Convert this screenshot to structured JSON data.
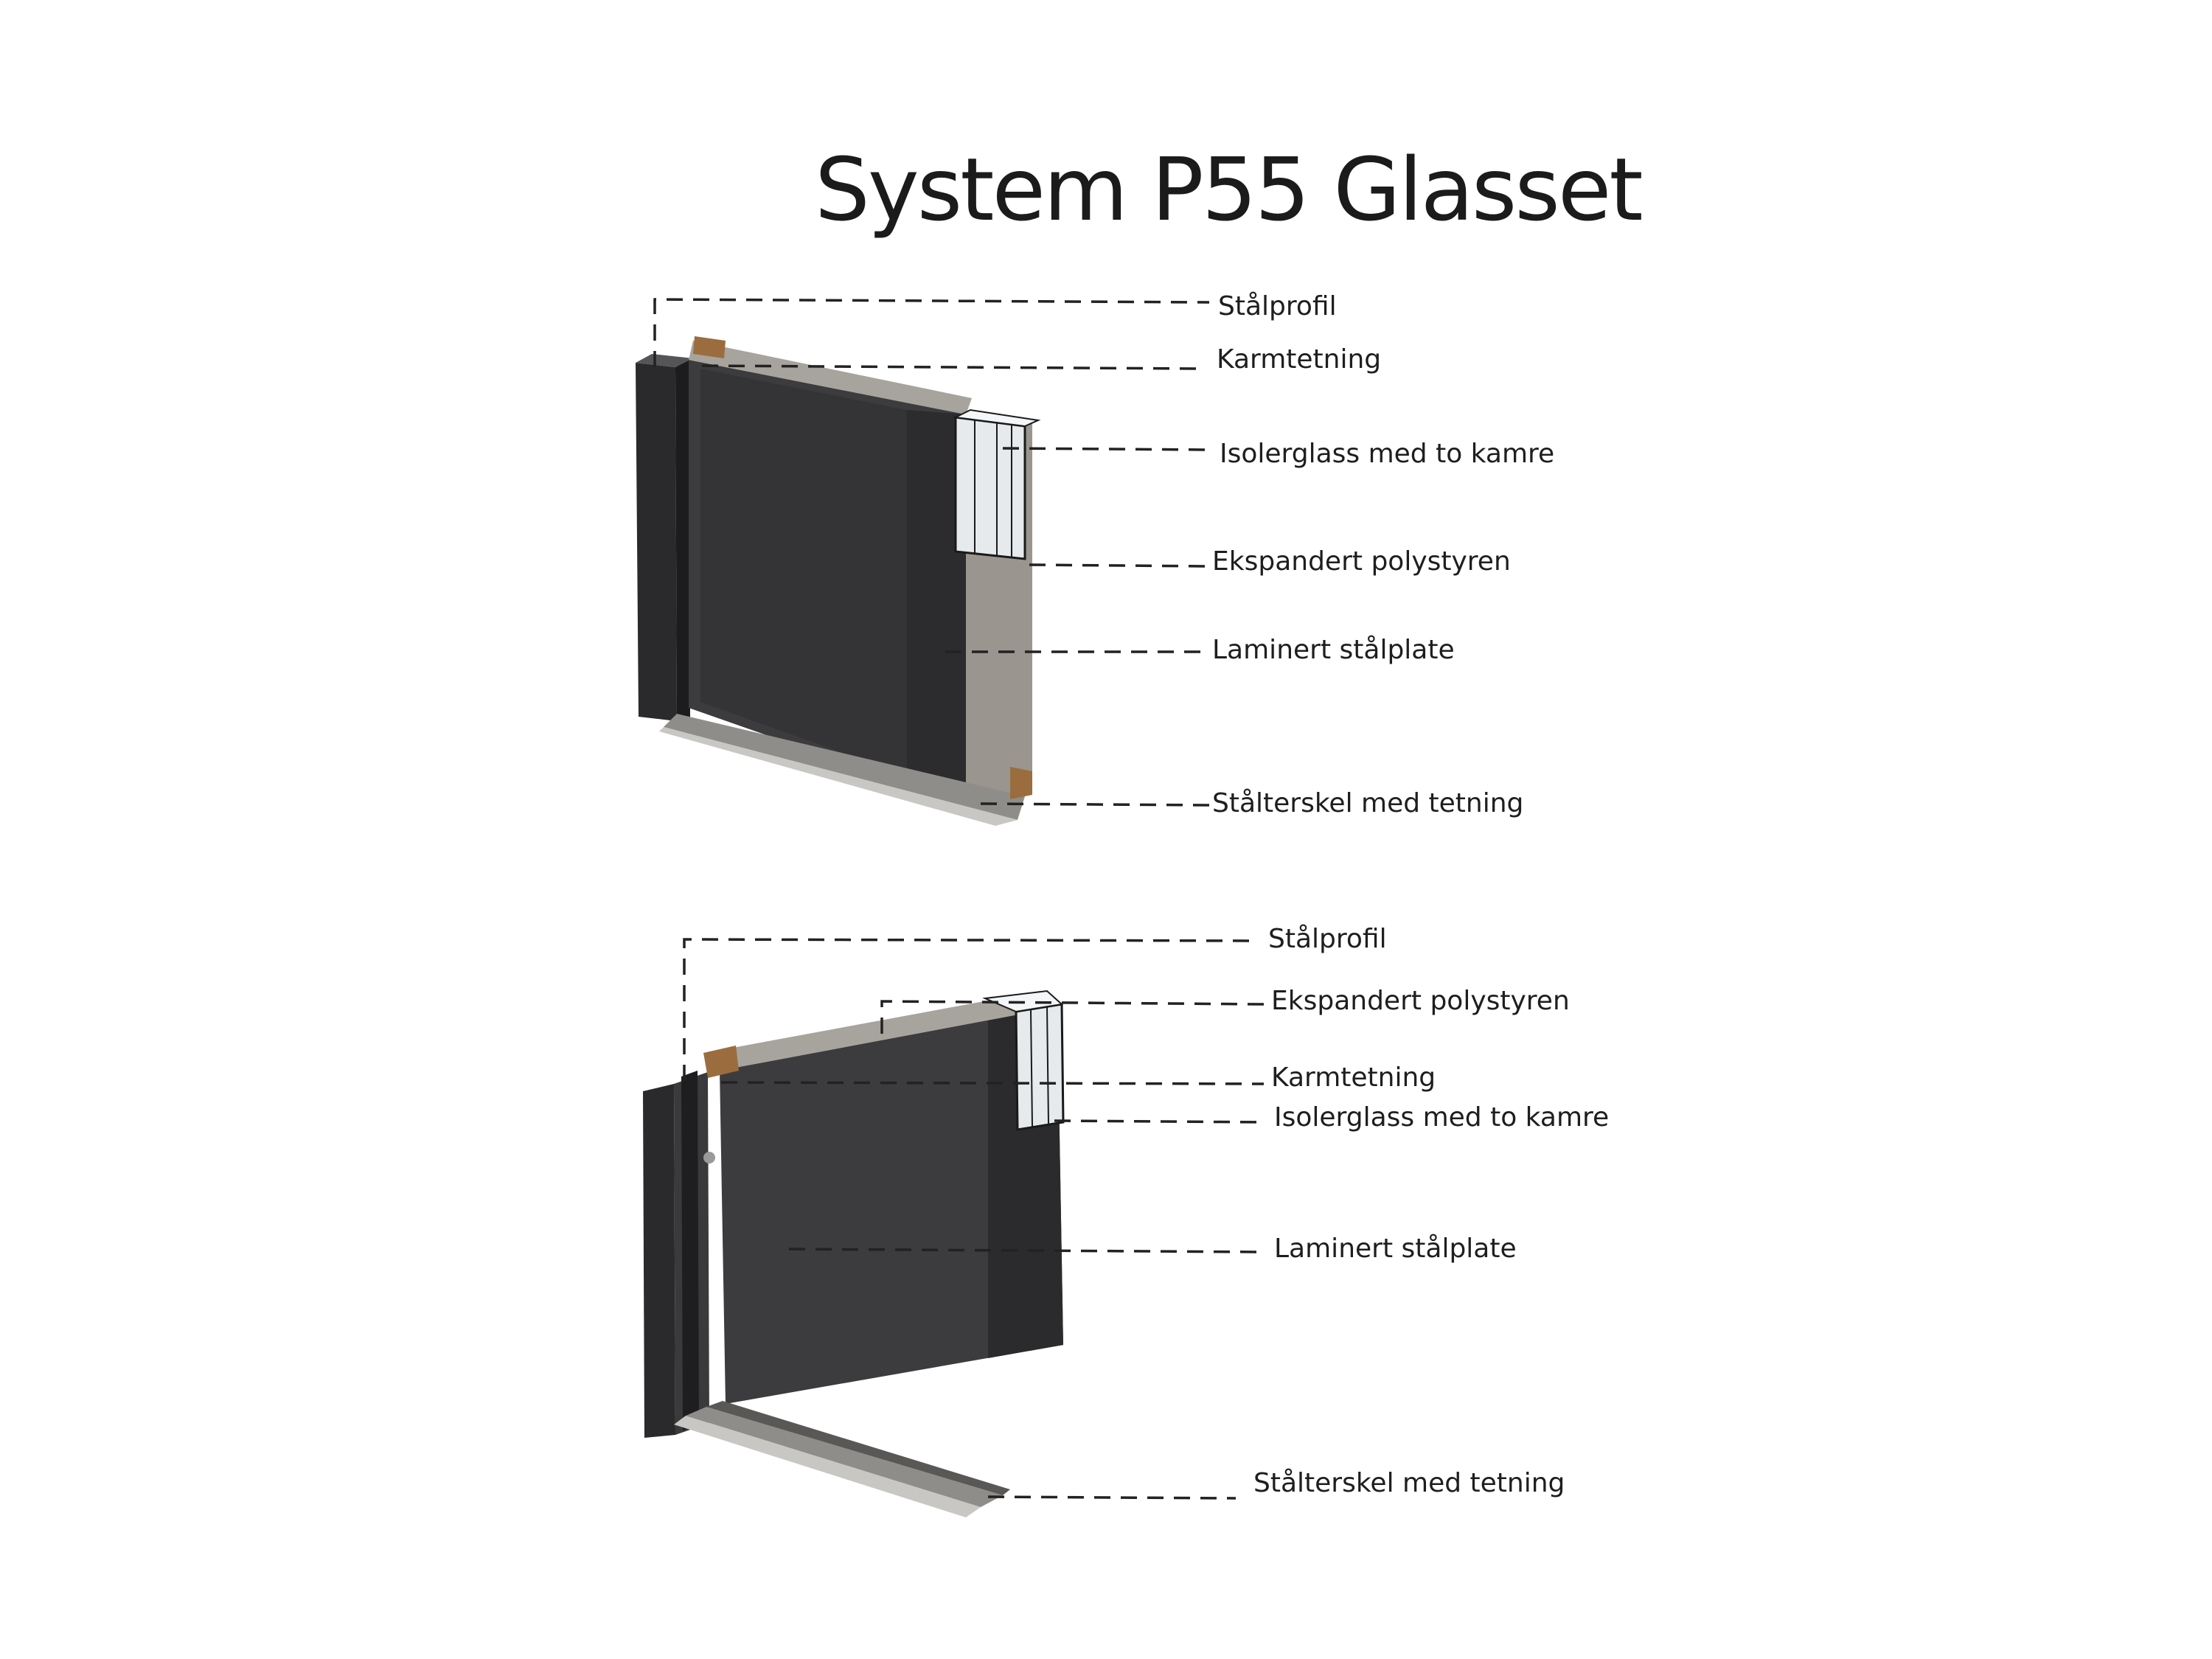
{
  "title": "System P55 Glasset",
  "diagram_top": {
    "labels": [
      "Stålprofil",
      "Karmtetning",
      "Isolerglass med to kamre",
      "Ekspandert polystyren",
      "Laminert stålplate",
      "Stålterskel med tetning"
    ]
  },
  "diagram_bottom": {
    "labels": [
      "Stålprofil",
      "Ekspandert polystyren",
      "Karmtetning",
      "Isolerglass med to kamre",
      "Laminert stålplate",
      "Stålterskel med tetning"
    ]
  },
  "colors": {
    "panel": "#3c3c3e",
    "frame": "#2a2a2c",
    "foam": "#a7a39d",
    "seal": "#9b6d3e",
    "threshold": "#8f8d8a",
    "glass": "#dfe4e6"
  }
}
